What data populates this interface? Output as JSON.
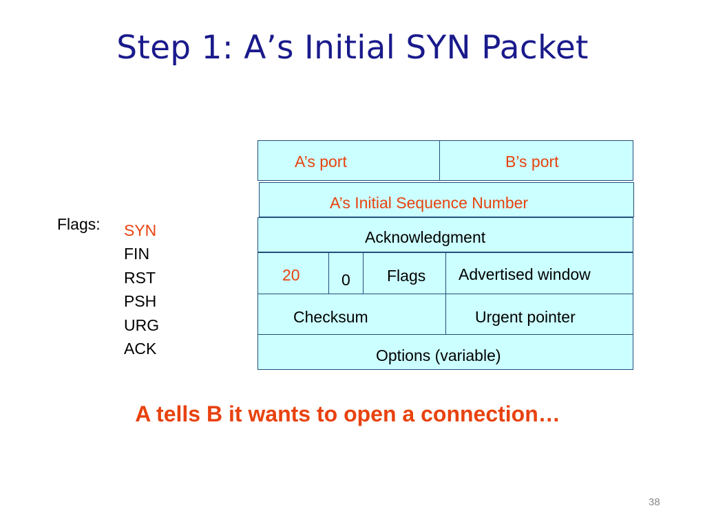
{
  "slide": {
    "title": "Step 1: A’s Initial SYN Packet",
    "caption": "A tells B it wants to open a connection…",
    "page_number": "38"
  },
  "flags": {
    "label": "Flags:",
    "items": [
      "SYN",
      "FIN",
      "RST",
      "PSH",
      "URG",
      "ACK"
    ],
    "highlighted": "SYN"
  },
  "header": {
    "src_port": "A’s port",
    "dst_port": "B’s port",
    "sequence": "A’s Initial Sequence Number",
    "acknowledgment": "Acknowledgment",
    "header_length": "20",
    "reserved": "0",
    "flags": "Flags",
    "advertised_window": "Advertised window",
    "checksum": "Checksum",
    "urgent_pointer": "Urgent pointer",
    "options": "Options (variable)"
  },
  "colors": {
    "title": "#1a1a8c",
    "highlight": "#e8420f",
    "cell_fill": "#ccffff",
    "cell_border": "#1f4e79"
  }
}
